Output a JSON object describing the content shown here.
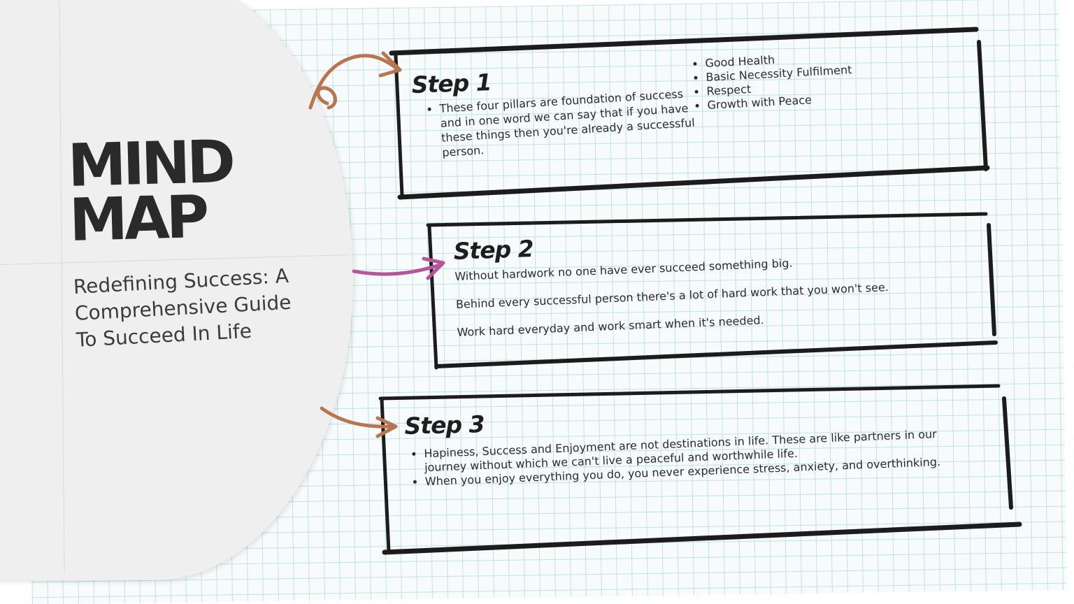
{
  "title": {
    "line1": "MIND",
    "line2": "MAP"
  },
  "subtitle": "Redefining Success: A Comprehensive Guide To Succeed In Life",
  "colors": {
    "grid_line": "#bfe3df",
    "arrow_brown": "#b87550",
    "arrow_pink": "#b5559a",
    "box_stroke": "#1c1c1c",
    "title_text": "#2a2a2a"
  },
  "steps": [
    {
      "heading": "Step 1",
      "description": "These four pillars are foundation of success and in one word we can say that if you have these things then you're already a successful person.",
      "pillars": [
        "Good Health",
        "Basic Necessity Fulfilment",
        "Respect",
        "Growth with Peace"
      ]
    },
    {
      "heading": "Step 2",
      "lines": [
        "Without hardwork no one have ever succeed something big.",
        "Behind every successful person there's a lot of hard work that you won't see.",
        "Work hard everyday and work smart when it's needed."
      ]
    },
    {
      "heading": "Step 3",
      "bullets": [
        "Hapiness, Success and Enjoyment are not destinations in life. These are like partners in our journey without which we can't live a peaceful and worthwhile life.",
        "When you enjoy everything you do, you never experience stress, anxiety, and overthinking."
      ]
    }
  ]
}
